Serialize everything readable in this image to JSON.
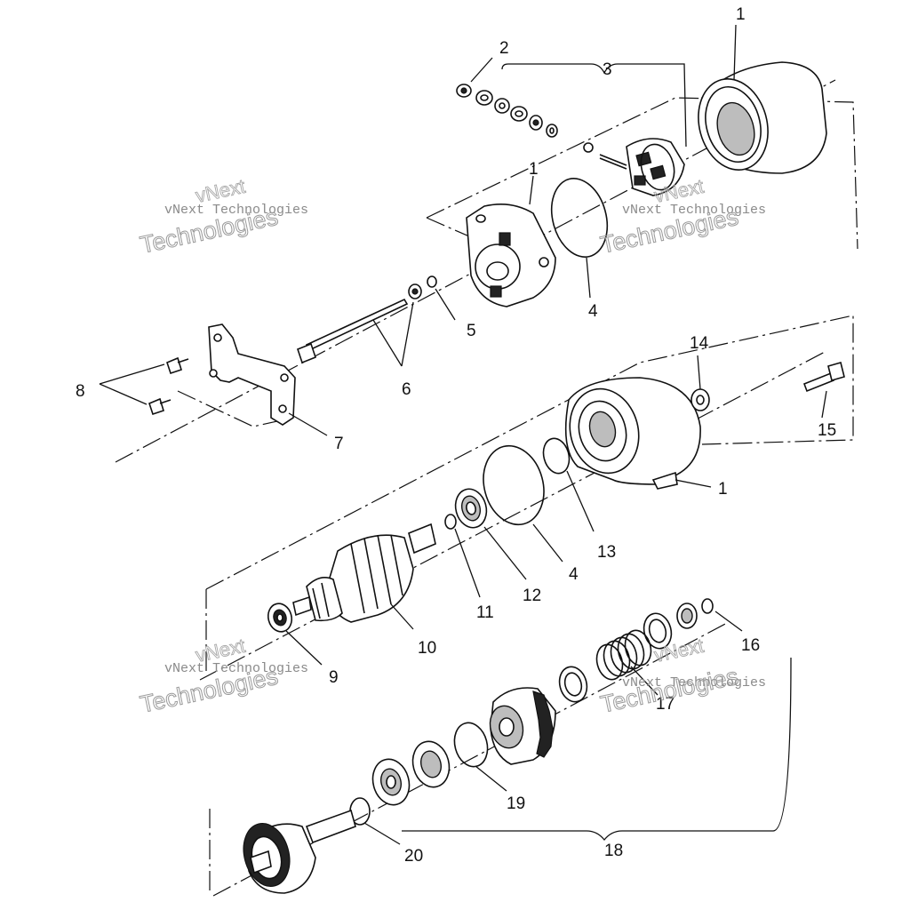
{
  "callouts": {
    "c1a": "1",
    "c2": "2",
    "c3": "3",
    "c1b": "1",
    "c4a": "4",
    "c5": "5",
    "c6": "6",
    "c8": "8",
    "c7": "7",
    "c14": "14",
    "c15": "15",
    "c1c": "1",
    "c13": "13",
    "c4b": "4",
    "c12": "12",
    "c11": "11",
    "c10": "10",
    "c9": "9",
    "c16": "16",
    "c17": "17",
    "c19": "19",
    "c20": "20",
    "c18": "18"
  },
  "watermark": {
    "small_text": "vNext Technologies",
    "large_word_1": "vNext",
    "large_word_2": "Technologies"
  }
}
